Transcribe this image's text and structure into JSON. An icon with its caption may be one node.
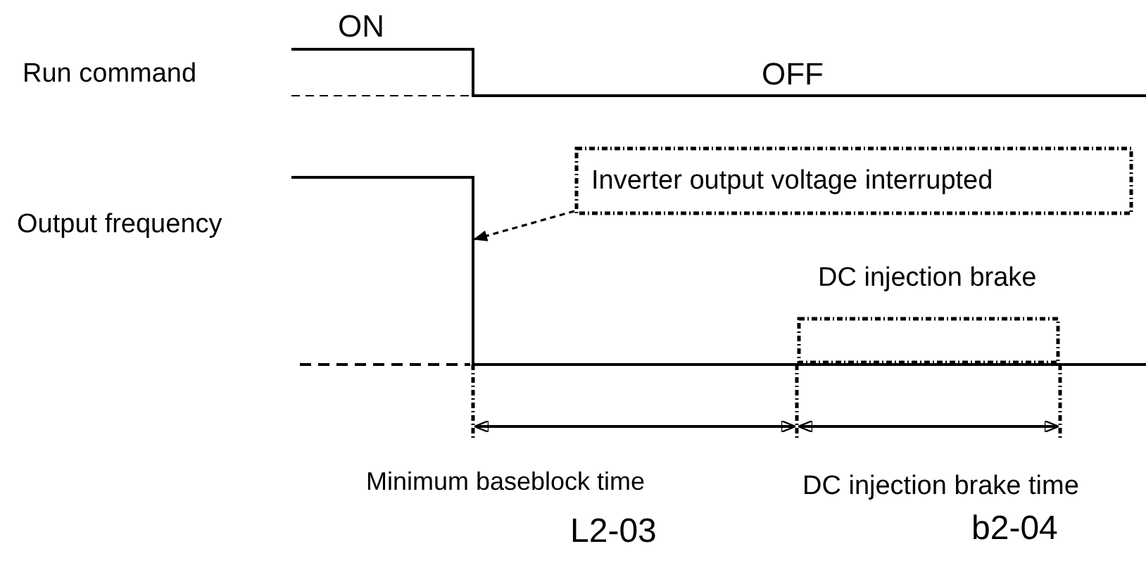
{
  "diagram": {
    "nodes": [
      {
        "text": [
          "Inverter output voltage interrupted"
        ]
      },
      {
        "text": [
          "DC injection brake"
        ]
      },
      {
        "text": [],
        "shape": "line"
      }
    ],
    "edges": [
      {
        "from": 0,
        "to": 2,
        "arrow": "to",
        "style": "dashed"
      }
    ],
    "labels": [
      "ON",
      "Run command",
      "OFF",
      "Output frequency",
      "Minimum baseblock time",
      "DC injection brake time",
      "L2-03",
      "b2-04"
    ]
  }
}
